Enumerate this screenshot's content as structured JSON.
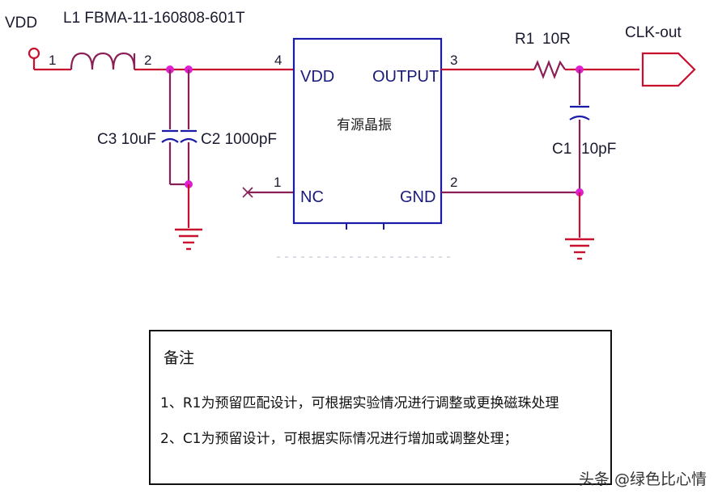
{
  "title": "",
  "labels": {
    "vdd_in": "VDD",
    "inductor": "L1  FBMA-11-160808-601T",
    "l1_pin1": "1",
    "l1_pin2": "2",
    "c3": "C3 10uF",
    "c2": "C2 1000pF",
    "r1": "R1",
    "r1_value": "10R",
    "clk_out": "CLK-out",
    "c1": "C1",
    "c1_value": "10pF"
  },
  "chip": {
    "name": "有源晶振",
    "pins": [
      {
        "num": "4",
        "name": "VDD"
      },
      {
        "num": "3",
        "name": "OUTPUT"
      },
      {
        "num": "1",
        "name": "NC"
      },
      {
        "num": "2",
        "name": "GND"
      }
    ]
  },
  "note": {
    "title": "备注",
    "lines": [
      "1、R1为预留匹配设计，可根据实验情况进行调整或更换磁珠处理",
      "2、C1为预留设计，可根据实际情况进行增加或调整处理；"
    ]
  },
  "watermark": "头条 @绿色比心情"
}
